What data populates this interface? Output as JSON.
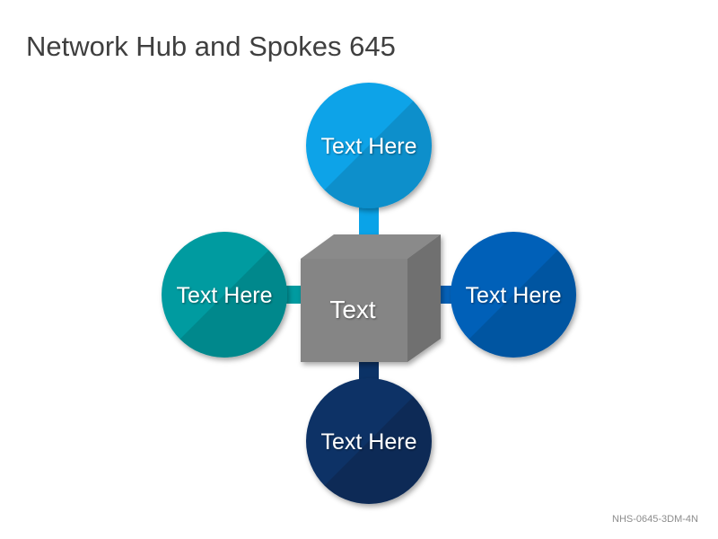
{
  "title": "Network Hub and Spokes 645",
  "footer_code": "NHS-0645-3DM-4N",
  "hub": {
    "label": "Text"
  },
  "spokes": {
    "top": {
      "label": "Text Here",
      "color": "#0aa3e8"
    },
    "left": {
      "label": "Text Here",
      "color": "#009ba0"
    },
    "right": {
      "label": "Text Here",
      "color": "#0561b8"
    },
    "bottom": {
      "label": "Text Here",
      "color": "#0b3266"
    }
  }
}
